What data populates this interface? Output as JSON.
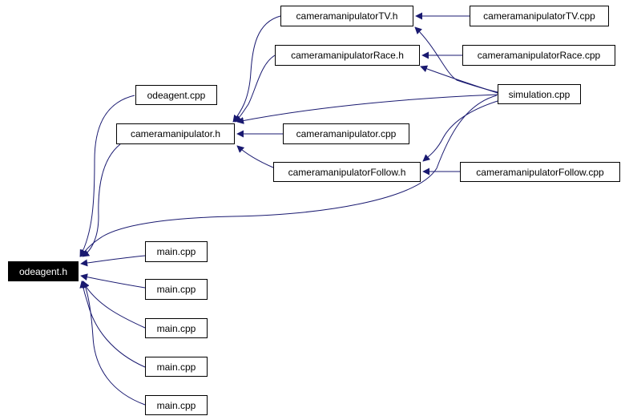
{
  "graph": {
    "edge_color": "#191970",
    "root_fill": "#000000",
    "root_text_color": "#ffffff",
    "nodes": {
      "odeagent_h": "odeagent.h",
      "odeagent_cpp": "odeagent.cpp",
      "camman_h": "cameramanipulator.h",
      "camman_cpp": "cameramanipulator.cpp",
      "camtv_h": "cameramanipulatorTV.h",
      "camtv_cpp": "cameramanipulatorTV.cpp",
      "camrace_h": "cameramanipulatorRace.h",
      "camrace_cpp": "cameramanipulatorRace.cpp",
      "camfollow_h": "cameramanipulatorFollow.h",
      "camfollow_cpp": "cameramanipulatorFollow.cpp",
      "simulation_cpp": "simulation.cpp",
      "main_1": "main.cpp",
      "main_2": "main.cpp",
      "main_3": "main.cpp",
      "main_4": "main.cpp",
      "main_5": "main.cpp"
    },
    "edges": [
      {
        "from": "odeagent_cpp",
        "to": "odeagent_h"
      },
      {
        "from": "camman_h",
        "to": "odeagent_h"
      },
      {
        "from": "simulation_cpp",
        "to": "odeagent_h"
      },
      {
        "from": "main_1",
        "to": "odeagent_h"
      },
      {
        "from": "main_2",
        "to": "odeagent_h"
      },
      {
        "from": "main_3",
        "to": "odeagent_h"
      },
      {
        "from": "main_4",
        "to": "odeagent_h"
      },
      {
        "from": "main_5",
        "to": "odeagent_h"
      },
      {
        "from": "camtv_h",
        "to": "camman_h"
      },
      {
        "from": "camrace_h",
        "to": "camman_h"
      },
      {
        "from": "simulation_cpp",
        "to": "camman_h"
      },
      {
        "from": "camman_cpp",
        "to": "camman_h"
      },
      {
        "from": "camfollow_h",
        "to": "camman_h"
      },
      {
        "from": "camtv_cpp",
        "to": "camtv_h"
      },
      {
        "from": "simulation_cpp",
        "to": "camtv_h"
      },
      {
        "from": "camrace_cpp",
        "to": "camrace_h"
      },
      {
        "from": "simulation_cpp",
        "to": "camrace_h"
      },
      {
        "from": "simulation_cpp",
        "to": "camfollow_h"
      },
      {
        "from": "camfollow_cpp",
        "to": "camfollow_h"
      }
    ]
  }
}
